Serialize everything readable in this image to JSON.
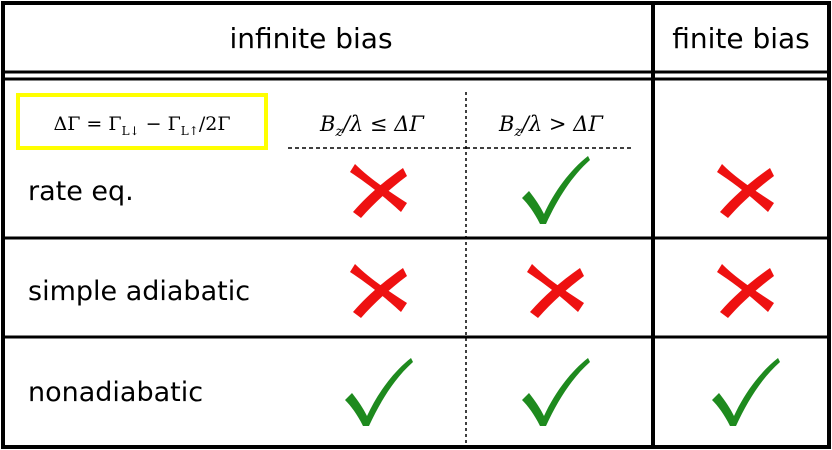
{
  "header": {
    "infinite_bias": "infinite bias",
    "finite_bias": "finite bias"
  },
  "condition": {
    "formula_lhs": "ΔΓ = Γ",
    "sub_down": "L↓",
    "formula_mid": " − Γ",
    "sub_up": "L↑",
    "formula_rhs": "/2Γ",
    "highlight_color": "#ffff00"
  },
  "subheaders": {
    "col1_pre": "B",
    "col1_sub": "z",
    "col1_post": "/λ ≤ ΔΓ",
    "col2_pre": "B",
    "col2_sub": "z",
    "col2_post": "/λ > ΔΓ"
  },
  "rows": [
    {
      "label": "rate eq.",
      "cells": [
        "cross-icon",
        "check-icon",
        "cross-icon"
      ]
    },
    {
      "label": "simple adiabatic",
      "cells": [
        "cross-icon",
        "cross-icon",
        "cross-icon"
      ]
    },
    {
      "label": "nonadiabatic",
      "cells": [
        "check-icon",
        "check-icon",
        "check-icon"
      ]
    }
  ],
  "colors": {
    "check": "#1e8a1e",
    "cross": "#ee1111"
  }
}
